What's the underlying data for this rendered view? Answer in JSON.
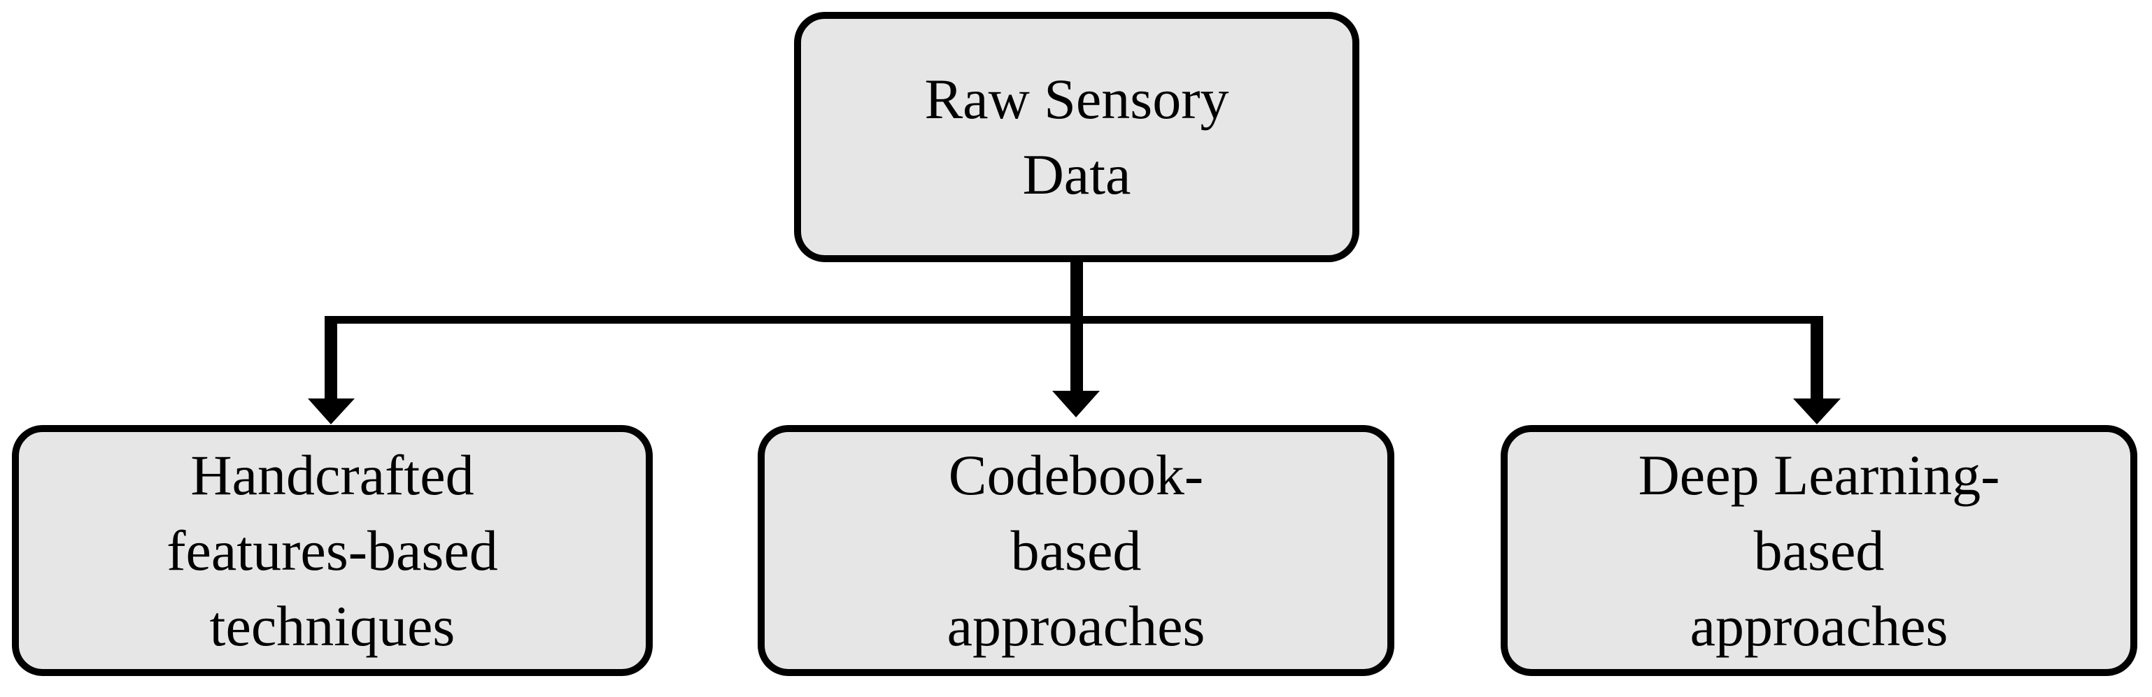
{
  "diagram": {
    "type": "flowchart-tree",
    "orientation": "top-down",
    "background_color": "#ffffff",
    "node_fill_color": "#e6e6e6",
    "node_border_color": "#000000",
    "text_color": "#000000",
    "connector_color": "#000000"
  },
  "nodes": {
    "root": {
      "id": "raw-sensory-data",
      "label": "Raw Sensory\nData",
      "lines": [
        "Raw Sensory",
        "Data"
      ]
    },
    "children": [
      {
        "id": "handcrafted-features-based-techniques",
        "label": "Handcrafted\nfeatures-based\ntechniques",
        "lines": [
          "Handcrafted",
          "features-based",
          "techniques"
        ]
      },
      {
        "id": "codebook-based-approaches",
        "label": "Codebook-\nbased\napproaches",
        "lines": [
          "Codebook-",
          "based",
          "approaches"
        ]
      },
      {
        "id": "deep-learning-based-approaches",
        "label": "Deep Learning-\nbased\napproaches",
        "lines": [
          "Deep Learning-",
          "based",
          "approaches"
        ]
      }
    ]
  },
  "edges": [
    {
      "from": "raw-sensory-data",
      "to": "handcrafted-features-based-techniques",
      "style": "orthogonal-arrow"
    },
    {
      "from": "raw-sensory-data",
      "to": "codebook-based-approaches",
      "style": "straight-arrow"
    },
    {
      "from": "raw-sensory-data",
      "to": "deep-learning-based-approaches",
      "style": "orthogonal-arrow"
    }
  ]
}
